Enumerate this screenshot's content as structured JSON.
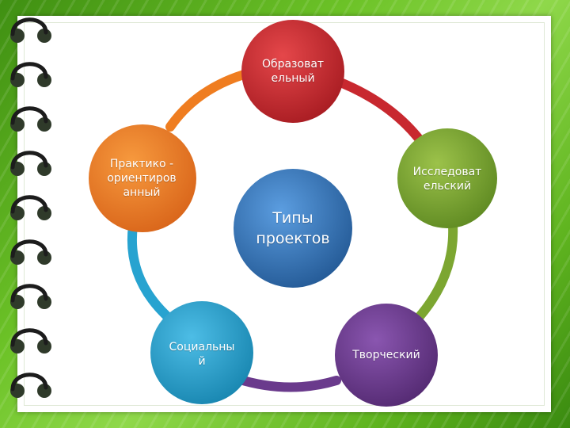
{
  "diagram": {
    "center": "Типы\nпроектов",
    "nodes": [
      {
        "label": "Образоват\nельный"
      },
      {
        "label": "Исследоват\nельский"
      },
      {
        "label": "Творческий"
      },
      {
        "label": "Социальны\nй"
      },
      {
        "label": "Практико -\nориентиров\nанный"
      }
    ]
  },
  "colors": {
    "background": "#6cc227",
    "center": "#2f6fb3",
    "educational": "#c8282f",
    "research": "#7ca631",
    "creative": "#6a3a8c",
    "social": "#27a3d0",
    "practical": "#ef7d20"
  }
}
